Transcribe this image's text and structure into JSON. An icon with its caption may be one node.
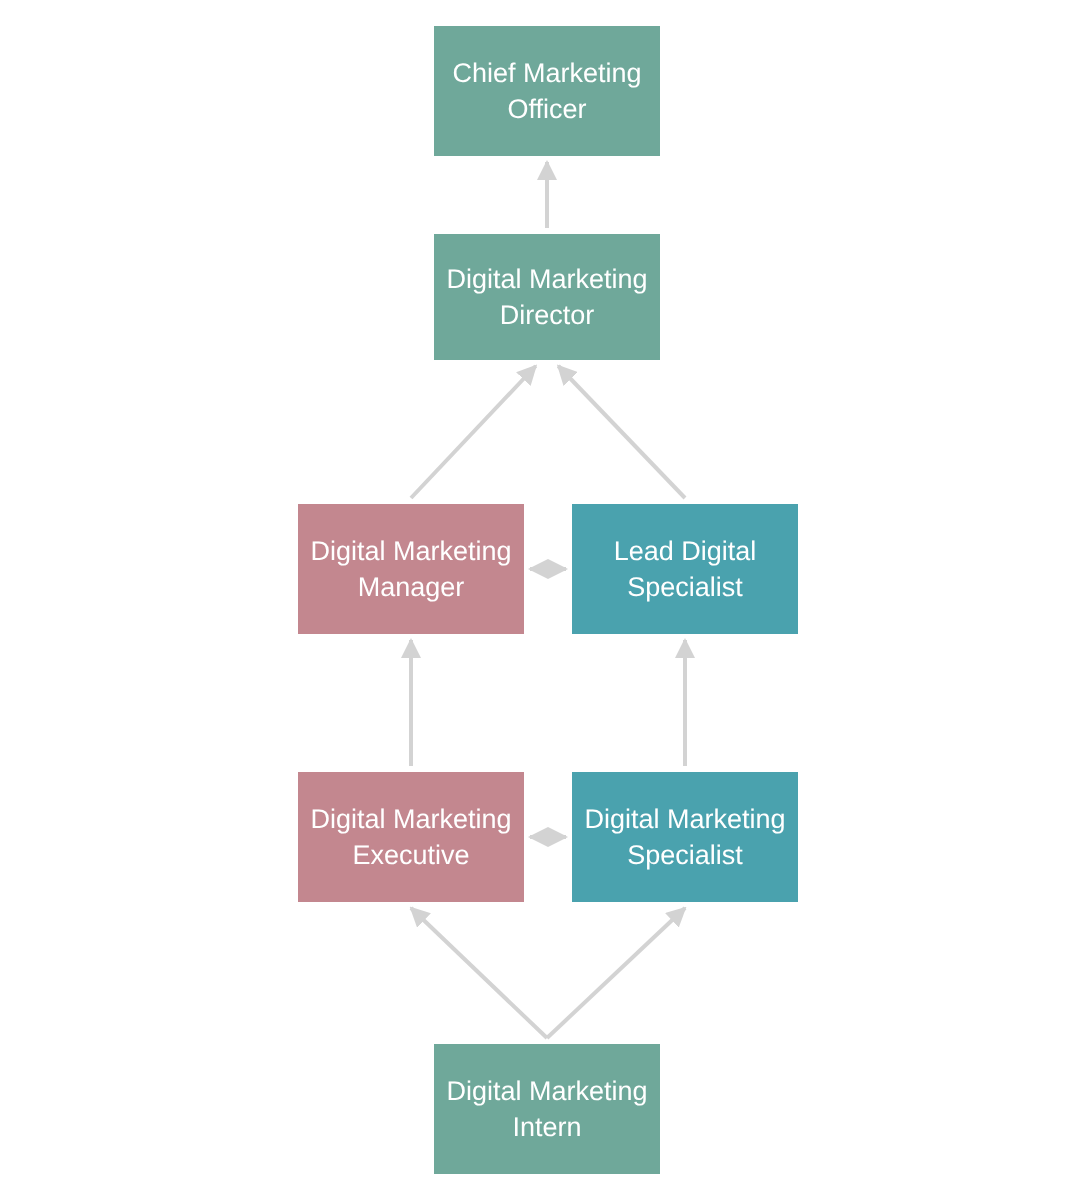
{
  "diagram": {
    "nodes": [
      {
        "text": [
          "Chief Marketing Officer"
        ]
      },
      {
        "text": [
          "Digital Marketing Director"
        ]
      },
      {
        "text": [
          "Digital Marketing Manager"
        ]
      },
      {
        "text": [
          "Lead Digital Specialist"
        ]
      },
      {
        "text": [
          "Digital Marketing Executive"
        ]
      },
      {
        "text": [
          "Digital Marketing Specialist"
        ]
      },
      {
        "text": [
          "Digital Marketing Intern"
        ]
      }
    ],
    "edges": [
      {
        "from": 1,
        "to": 0,
        "arrow": "to"
      },
      {
        "from": 2,
        "to": 1,
        "arrow": "to"
      },
      {
        "from": 3,
        "to": 1,
        "arrow": "to"
      },
      {
        "from": 2,
        "to": 3,
        "arrow": "both"
      },
      {
        "from": 4,
        "to": 2,
        "arrow": "to"
      },
      {
        "from": 5,
        "to": 3,
        "arrow": "to"
      },
      {
        "from": 4,
        "to": 5,
        "arrow": "both"
      },
      {
        "from": 6,
        "to": 4,
        "arrow": "to"
      },
      {
        "from": 6,
        "to": 5,
        "arrow": "to"
      }
    ]
  }
}
